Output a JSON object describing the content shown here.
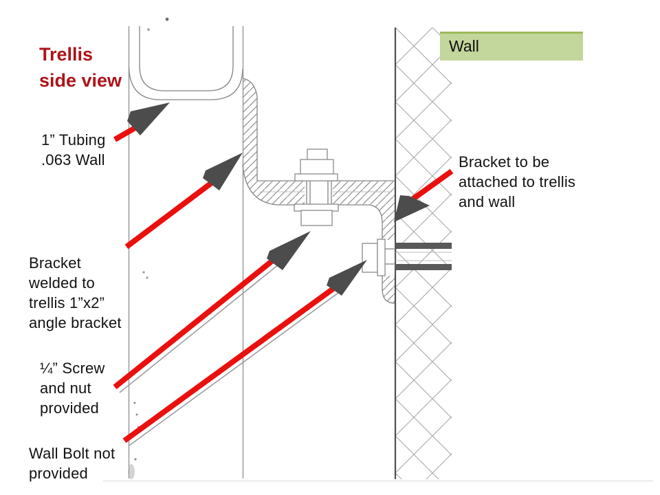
{
  "slide": {
    "title": "Trellis\nside view",
    "wall_tag": "Wall",
    "labels": {
      "tubing": "1” Tubing\n.063 Wall",
      "bracket_welded": "Bracket\nwelded to\ntrellis 1”x2”\nangle bracket",
      "screw": "¼” Screw\nand nut\nprovided",
      "wall_bolt": "Wall Bolt not\nprovided",
      "bracket_attach": "Bracket to be\nattached to trellis\nand wall"
    }
  },
  "colors": {
    "title-red": "#ad1317",
    "arrow-red": "#e9100d",
    "arrowhead-gray": "#4c4c4c",
    "wall-tag-bg": "#c3d69b",
    "wall-tag-border": "#9bbb59",
    "drawing-gray": "#838383",
    "text-black": "#121212"
  }
}
